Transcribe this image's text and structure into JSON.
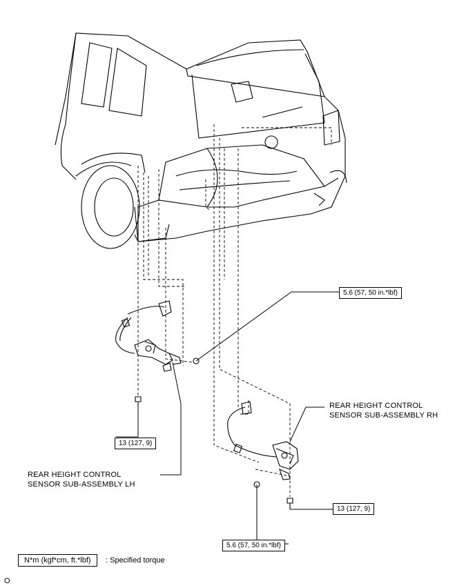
{
  "labels": {
    "torque_upper": "5.6 (57, 50 in.*lbf)",
    "torque_lower": "5.6 (57, 50 in.*lbf)",
    "bolt_lh": "13 (127, 9)",
    "bolt_rh": "13 (127, 9)",
    "sensor_rh_line1": "REAR HEIGHT CONTROL",
    "sensor_rh_line2": "SENSOR SUB-ASSEMBLY RH",
    "sensor_lh_line1": "REAR HEIGHT CONTROL",
    "sensor_lh_line2": "SENSOR SUB-ASSEMBLY LH"
  },
  "legend": {
    "unit_box": "N*m (kgf*cm, ft.*lbf)",
    "text": ": Specified torque"
  },
  "figure_code": "O"
}
